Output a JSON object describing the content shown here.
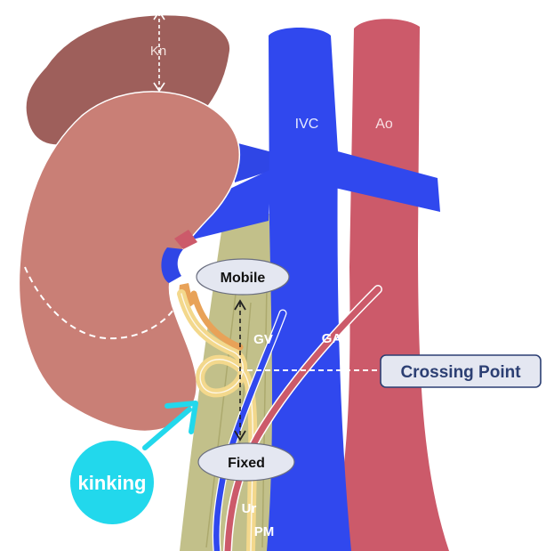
{
  "labels": {
    "kidney_thickness": "Kn",
    "ivc": "IVC",
    "aorta": "Ao",
    "mobile": "Mobile",
    "fixed": "Fixed",
    "gonadal_vein": "GV",
    "gonadal_artery": "GA",
    "crossing_point": "Crossing Point",
    "kinking": "kinking",
    "ureter": "Ur",
    "psoas_major": "PM"
  },
  "colors": {
    "liver": "#9e5f5b",
    "kidney": "#c97f76",
    "vein": "#3048ee",
    "artery": "#cc5a6a",
    "psoas": "#c2c08a",
    "ureter": "#f3d88c",
    "pelvis": "#e8a258",
    "kinking_bubble": "#22d8ec",
    "callout_text": "#2c3f73",
    "callout_fill": "#e4e7f1"
  }
}
